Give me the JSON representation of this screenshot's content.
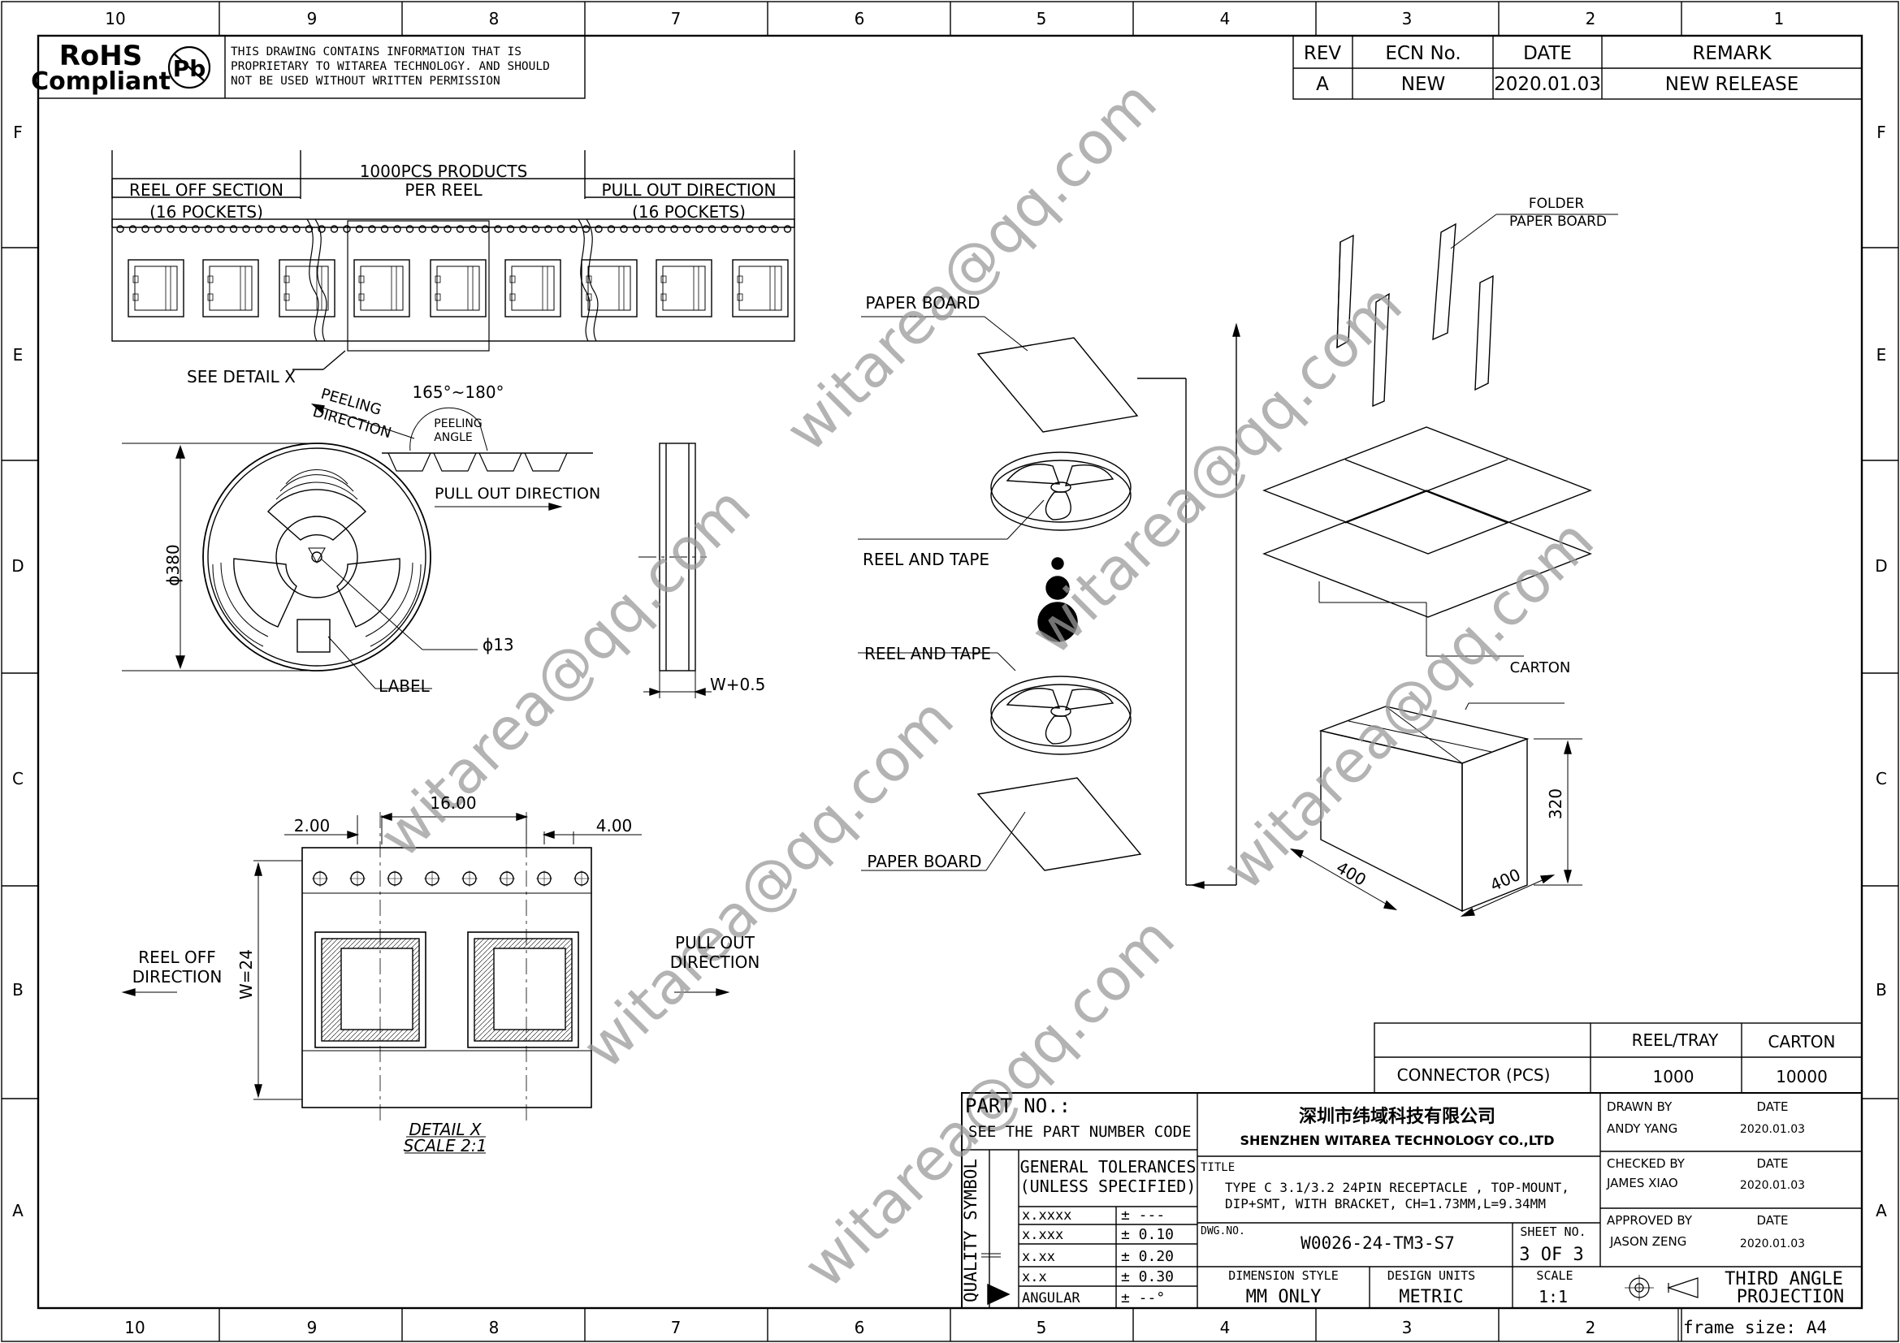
{
  "frame": {
    "col_numbers": [
      "10",
      "9",
      "8",
      "7",
      "6",
      "5",
      "4",
      "3",
      "2",
      "1"
    ],
    "row_letters": [
      "F",
      "E",
      "D",
      "C",
      "B",
      "A"
    ],
    "frame_size": "frame size: A4"
  },
  "rohs": {
    "line1": "RoHS",
    "line2": "Compliant",
    "pb": "Pb",
    "notice": [
      "THIS DRAWING CONTAINS INFORMATION THAT IS",
      "PROPRIETARY TO  WITAREA TECHNOLOGY. AND SHOULD",
      "NOT BE USED WITHOUT WRITTEN PERMISSION"
    ]
  },
  "revision": {
    "headers": {
      "rev": "REV",
      "ecn": "ECN No.",
      "date": "DATE",
      "remark": "REMARK"
    },
    "row": {
      "rev": "A",
      "ecn": "NEW",
      "date": "2020.01.03",
      "remark": "NEW RELEASE"
    }
  },
  "tape": {
    "reel_off_section": "REEL OFF SECTION",
    "reel_off_pockets": "(16 POCKETS)",
    "per_reel_1": "1000PCS PRODUCTS",
    "per_reel_2": "PER REEL",
    "pull_out": "PULL OUT DIRECTION",
    "pull_out_pockets": "(16 POCKETS)",
    "see_detail": "SEE DETAIL X"
  },
  "reel": {
    "peeling_direction_1": "PEELING",
    "peeling_direction_2": "DIRECTION",
    "angle": "165°~180°",
    "peeling_angle_1": "PEELING",
    "peeling_angle_2": "ANGLE",
    "pull_out": "PULL OUT DIRECTION",
    "dia_outer": "ϕ380",
    "dia_hub": "ϕ13",
    "label": "LABEL",
    "width": "W+0.5"
  },
  "detail": {
    "dim_pitch": "16.00",
    "dim_hole": "2.00",
    "dim_hole_pitch": "4.00",
    "width": "W=24",
    "reel_off_1": "REEL OFF",
    "reel_off_2": "DIRECTION",
    "pull_out_1": "PULL OUT",
    "pull_out_2": "DIRECTION",
    "caption": "DETAIL X",
    "scale": "SCALE 2:1"
  },
  "packing": {
    "folder_1": "FOLDER",
    "folder_2": "PAPER BOARD",
    "paper_board_top": "PAPER BOARD",
    "reel_tape_1": "REEL AND TAPE",
    "reel_tape_2": "REEL AND TAPE",
    "paper_board_bottom": "PAPER BOARD",
    "carton": "CARTON",
    "dim_height": "320",
    "dim_len": "400",
    "dim_wid": "400"
  },
  "quantity": {
    "col1": "REEL/TRAY",
    "col2": "CARTON",
    "row_label": "CONNECTOR (PCS)",
    "reel_qty": "1000",
    "carton_qty": "10000"
  },
  "title_block": {
    "part_no": "PART NO.:",
    "part_note": "SEE THE PART NUMBER CODE",
    "company_cn": "深圳市纬域科技有限公司",
    "company_en": "SHENZHEN WITAREA TECHNOLOGY CO.,LTD",
    "drawn_by": "DRAWN BY",
    "drawn_name": "ANDY YANG",
    "checked_by": "CHECKED BY",
    "checked_name": "JAMES XIAO",
    "approved_by": "APPROVED BY",
    "approved_name": "JASON ZENG",
    "date_label": "DATE",
    "date_value": "2020.01.03",
    "quality_symbol": "QUALITY SYMBOL",
    "gen_tol_1": "GENERAL TOLERANCES",
    "gen_tol_2": "(UNLESS SPECIFIED)",
    "tolerances": [
      {
        "fmt": "x.xxxx",
        "val": "± ---"
      },
      {
        "fmt": "x.xxx",
        "val": "± 0.10"
      },
      {
        "fmt": "x.xx",
        "val": "± 0.20"
      },
      {
        "fmt": "x.x",
        "val": "± 0.30"
      },
      {
        "fmt": "ANGULAR",
        "val": "± --°"
      }
    ],
    "title_label": "TITLE",
    "title_1": "TYPE C 3.1/3.2 24PIN RECEPTACLE , TOP-MOUNT,",
    "title_2": "DIP+SMT, WITH BRACKET, CH=1.73MM,L=9.34MM",
    "dwg_label": "DWG.NO.",
    "dwg_no": "W0026-24-TM3-S7",
    "sheet_label": "SHEET NO.",
    "sheet_no": "3 OF 3",
    "dim_style_label": "DIMENSION STYLE",
    "dim_style": "MM ONLY",
    "design_units_label": "DESIGN UNITS",
    "design_units": "METRIC",
    "scale_label": "SCALE",
    "scale": "1:1",
    "projection_1": "THIRD ANGLE",
    "projection_2": "PROJECTION"
  },
  "watermark": "witarea@qq.com"
}
